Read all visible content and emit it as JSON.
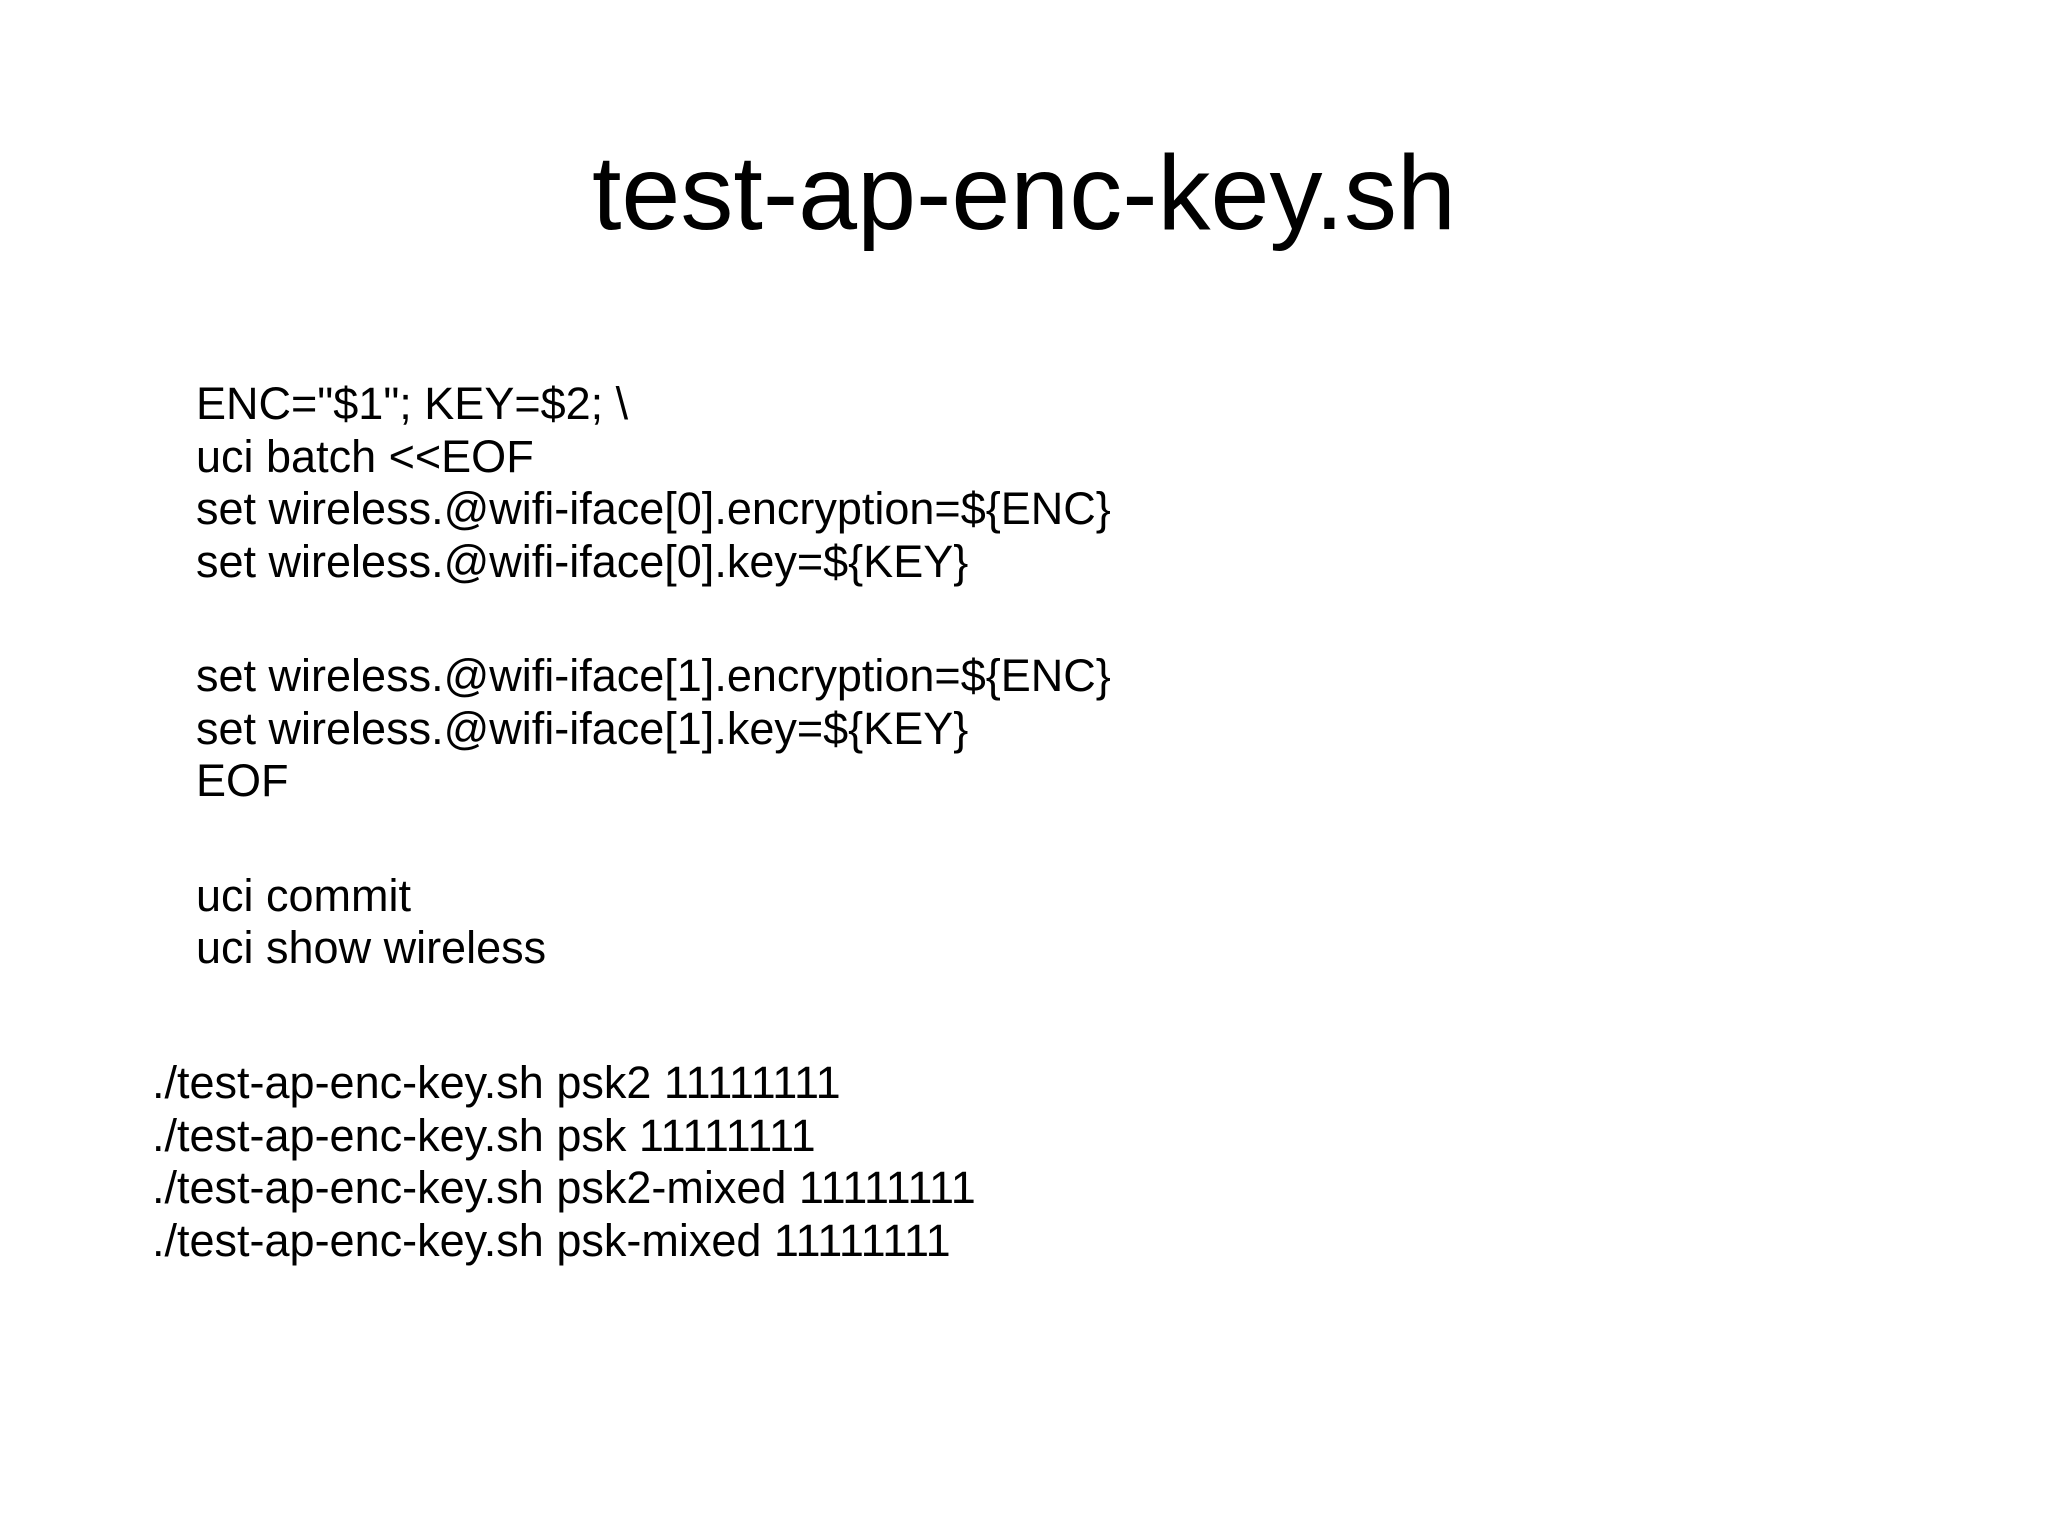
{
  "title": "test-ap-enc-key.sh",
  "script": {
    "group1": [
      "ENC=\"$1\"; KEY=$2; \\",
      "uci batch <<EOF",
      "set wireless.@wifi-iface[0].encryption=${ENC}",
      "set wireless.@wifi-iface[0].key=${KEY}"
    ],
    "group2": [
      "set wireless.@wifi-iface[1].encryption=${ENC}",
      "set wireless.@wifi-iface[1].key=${KEY}",
      "EOF"
    ],
    "group3": [
      "uci commit",
      "uci show wireless"
    ]
  },
  "usage": [
    "./test-ap-enc-key.sh psk2 11111111",
    "./test-ap-enc-key.sh psk 11111111",
    "./test-ap-enc-key.sh psk2-mixed 11111111",
    "./test-ap-enc-key.sh psk-mixed 11111111"
  ]
}
